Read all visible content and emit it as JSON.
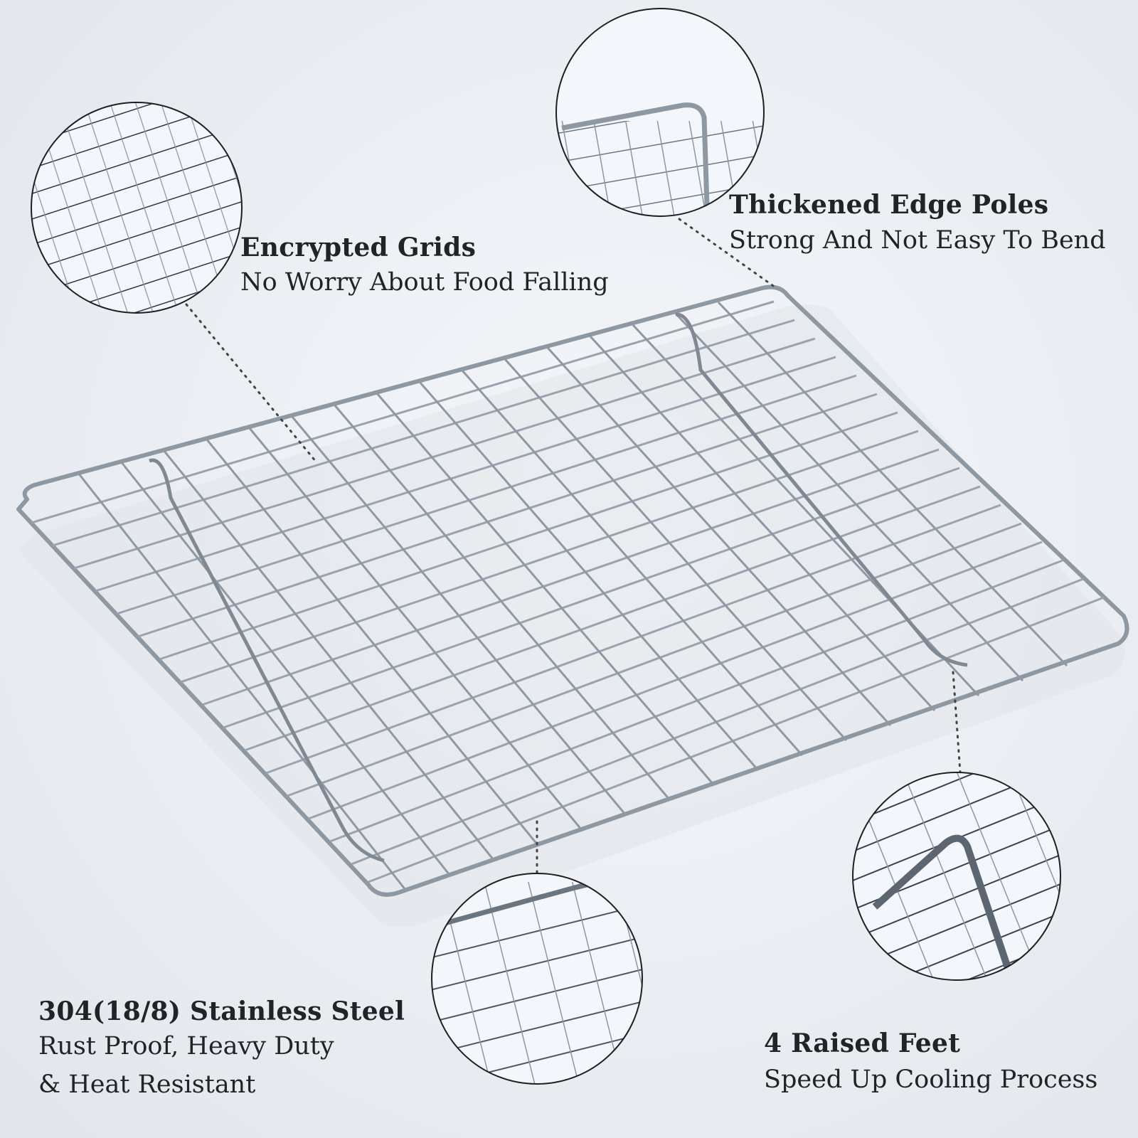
{
  "product": "Stainless steel cooling rack",
  "colors": {
    "background": "#eceff3",
    "text": "#222326",
    "wire": "#9aa3ad",
    "circle_border": "#1e1f22"
  },
  "features": [
    {
      "id": "encrypted-grids",
      "title": "Encrypted Grids",
      "lines": [
        "No Worry About Food Falling"
      ]
    },
    {
      "id": "thickened-edge-poles",
      "title": "Thickened Edge Poles",
      "lines": [
        "Strong And Not Easy To Bend"
      ]
    },
    {
      "id": "stainless-steel",
      "title": "304(18/8) Stainless Steel",
      "lines": [
        "Rust Proof, Heavy Duty",
        "& Heat Resistant"
      ]
    },
    {
      "id": "raised-feet",
      "title": "4 Raised Feet",
      "lines": [
        "Speed Up Cooling Process"
      ]
    }
  ]
}
